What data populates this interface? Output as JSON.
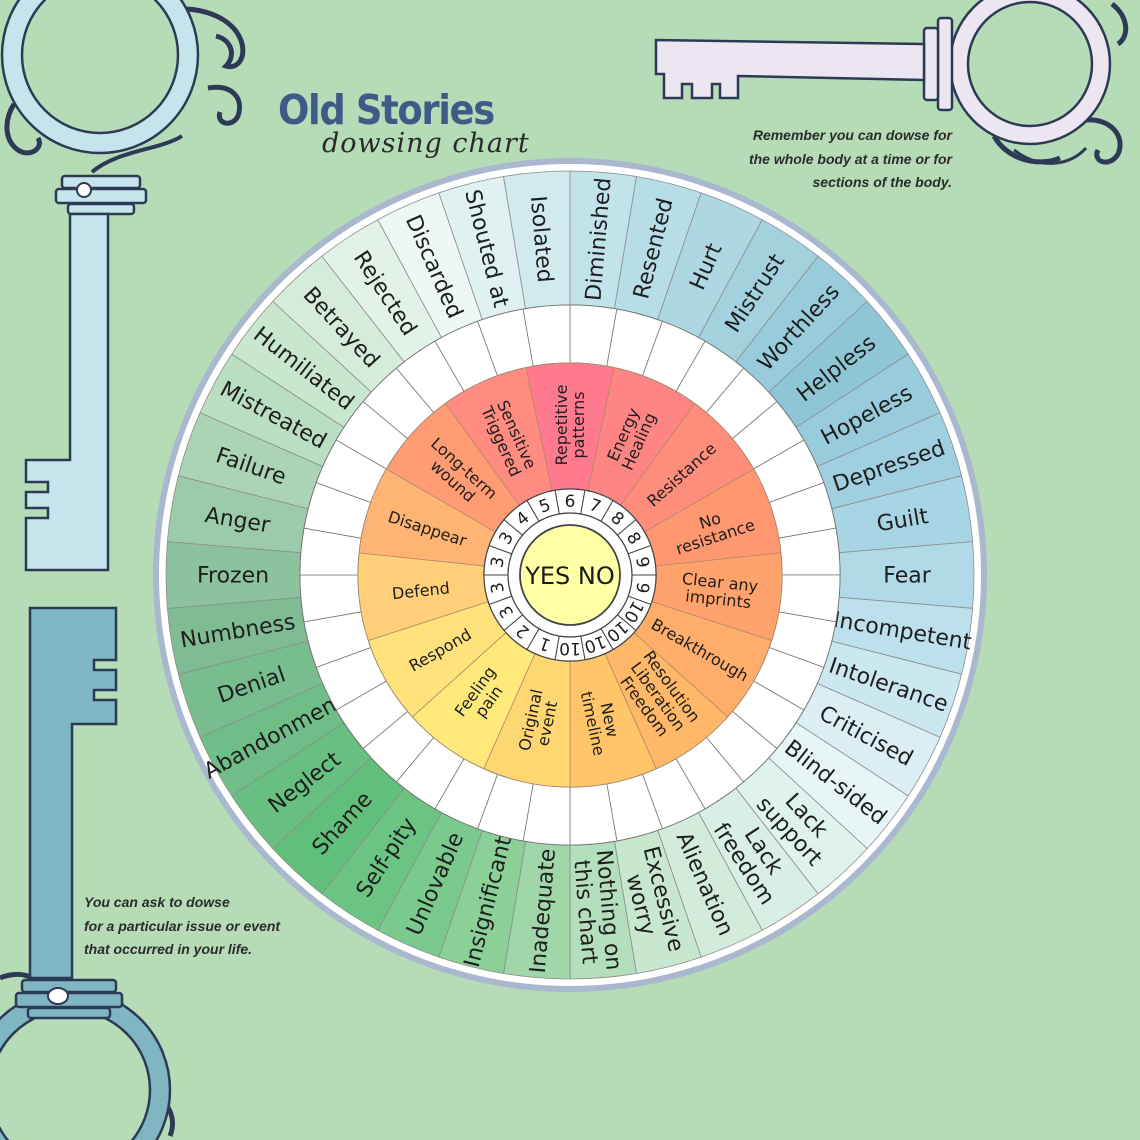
{
  "header": {
    "title": "Old Stories",
    "subtitle": "dowsing chart"
  },
  "notes": {
    "top_right": [
      "Remember you can dowse for",
      "the whole body at a time or for",
      "sections of the body."
    ],
    "bottom_left": [
      "You can ask to dowse",
      "for a particular issue or event",
      "that occurred in your life."
    ]
  },
  "wheel": {
    "center_text": "YES NO",
    "outer_ring": [
      "Diminished",
      "Resented",
      "Hurt",
      "Mistrust",
      "Worthless",
      "Helpless",
      "Hopeless",
      "Depressed",
      "Guilt",
      "Fear",
      "Incompetent",
      "Intolerance",
      "Criticised",
      "Blind-sided",
      "Lack support",
      "Lack freedom",
      "Alienation",
      "Excessive worry",
      "Nothing on this chart",
      "Inadequate",
      "Insignificant",
      "Unlovable",
      "Self-pity",
      "Shame",
      "Neglect",
      "Abandonment",
      "Denial",
      "Numbness",
      "Frozen",
      "Anger",
      "Failure",
      "Mistreated",
      "Humiliated",
      "Betrayed",
      "Rejected",
      "Discarded",
      "Shouted at",
      "Isolated"
    ],
    "inner_ring": [
      "Repetitive patterns",
      "Energy Healing",
      "Resistance",
      "No resistance",
      "Clear any imprints",
      "Breakthrough",
      "Resolution Liberation Freedom",
      "New timeline",
      "Original event",
      "Feeling pain",
      "Respond",
      "Defend",
      "Disappear",
      "Long-term wound",
      "Sensitive Triggered"
    ],
    "number_ring": [
      "6",
      "7",
      "8",
      "8",
      "9",
      "9",
      "10",
      "10",
      "10",
      "10",
      "1",
      "2",
      "3",
      "3",
      "3",
      "3",
      "4",
      "5"
    ]
  },
  "colors": {
    "background": "#b6dbb7",
    "title": "#3e5a87",
    "wheel_border": "#a9b7cf",
    "key_light": "#c6e4ec",
    "key_dark": "#7fb6c2",
    "key_lavender": "#ebe6f0",
    "outline": "#2c3a56"
  },
  "decorations": {
    "icons": [
      "key-top-left-icon",
      "key-top-right-icon",
      "key-bottom-left-icon"
    ]
  }
}
